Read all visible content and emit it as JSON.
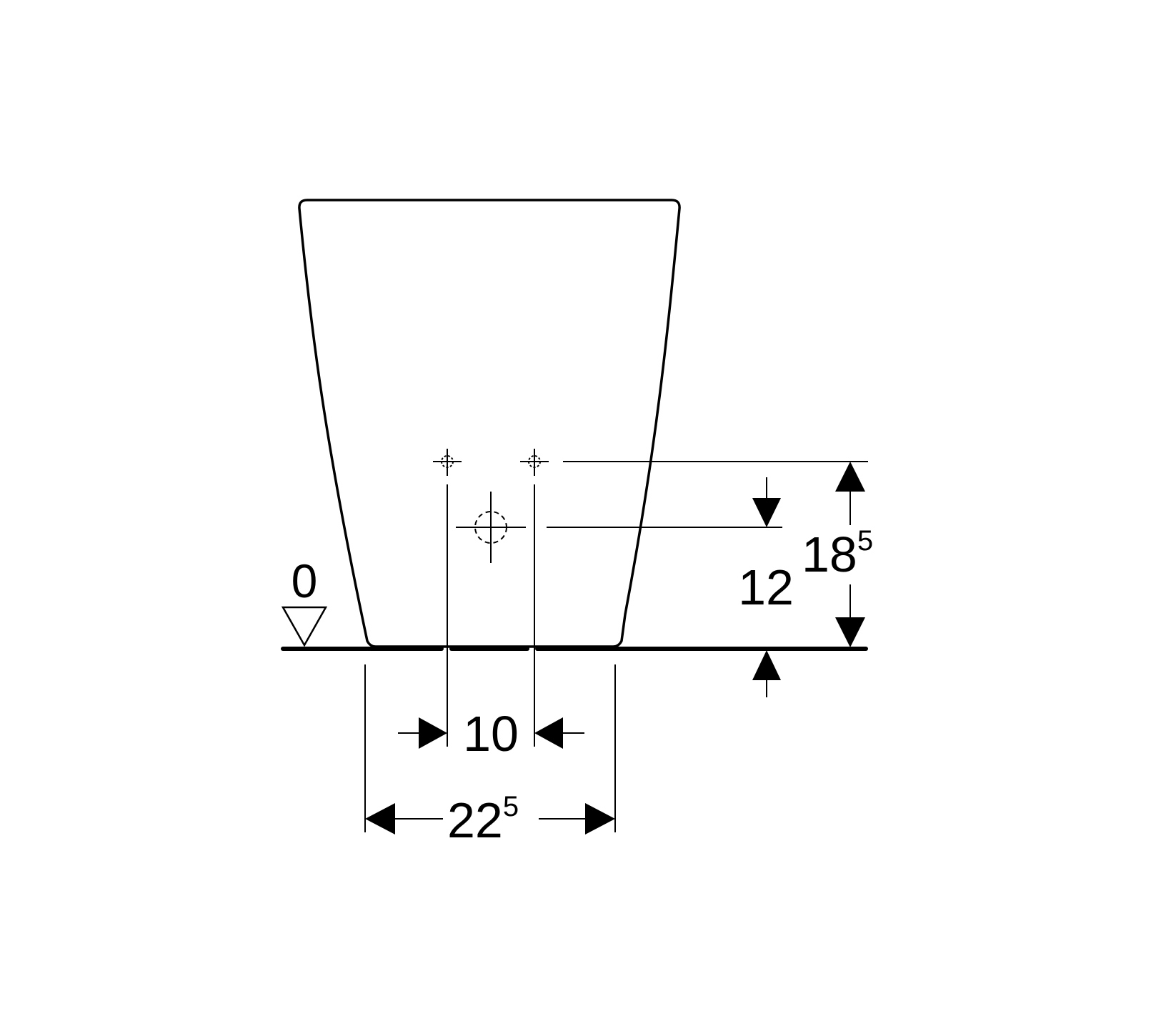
{
  "colors": {
    "background": "#ffffff",
    "line": "#000000"
  },
  "labels": {
    "floor_level": "0",
    "width_total": "22",
    "width_total_sup": "5",
    "connection_spacing": "10",
    "drain_height": "12",
    "connection_height": "18",
    "connection_height_sup": "5"
  },
  "icons": [
    "floor-level-triangle-icon",
    "connection-crosshair-icon",
    "drain-crosshair-icon",
    "dimension-arrow-icon"
  ]
}
